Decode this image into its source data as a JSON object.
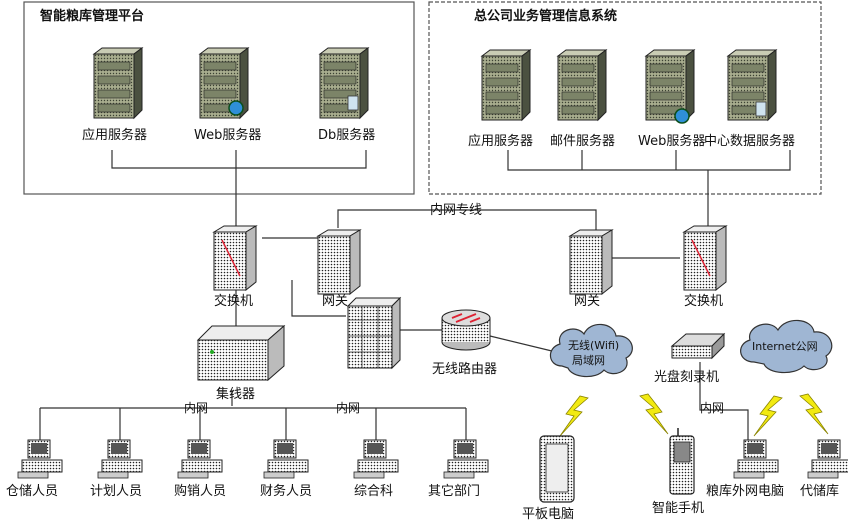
{
  "colors": {
    "server_body": "#a8ad8e",
    "server_dark": "#4b5140",
    "device_body": "#d9d9d9",
    "cloud_fill": "#9fb6d3",
    "bolt": "#f2ea12",
    "frame": "#555555"
  },
  "groups": {
    "left_title": "智能粮库管理平台",
    "right_title": "总公司业务管理信息系统"
  },
  "servers": {
    "left_app": "应用服务器",
    "left_web": "Web服务器",
    "left_db": "Db服务器",
    "right_app": "应用服务器",
    "right_mail": "邮件服务器",
    "right_web": "Web服务器",
    "right_data": "中心数据服务器"
  },
  "network": {
    "switch_left": "交换机",
    "gateway_left": "网关",
    "gateway_right": "网关",
    "switch_right": "交换机",
    "private_line": "内网专线",
    "wireless_router": "无线路由器",
    "wlan_cloud_line1": "无线(Wifi)",
    "wlan_cloud_line2": "局域网",
    "internet_cloud": "Internet公网",
    "hub": "集线器",
    "cd_burner": "光盘刻录机",
    "intranet_a": "内网",
    "intranet_b": "内网",
    "intranet_c": "内网"
  },
  "endpoints": {
    "storage": "仓储人员",
    "planning": "计划人员",
    "sales": "购销人员",
    "finance": "财务人员",
    "general": "综合科",
    "other": "其它部门",
    "tablet": "平板电脑",
    "phone": "智能手机",
    "depot_pc": "粮库外网电脑",
    "agent_depot": "代储库"
  },
  "icons": {
    "server": "tower-server-icon",
    "globe": "globe-icon",
    "switch": "switch-icon",
    "gateway": "gateway-icon",
    "firewall": "firewall-icon",
    "router": "router-icon",
    "cloud": "cloud-icon",
    "bolt": "lightning-bolt-icon",
    "computer": "desktop-computer-icon"
  }
}
